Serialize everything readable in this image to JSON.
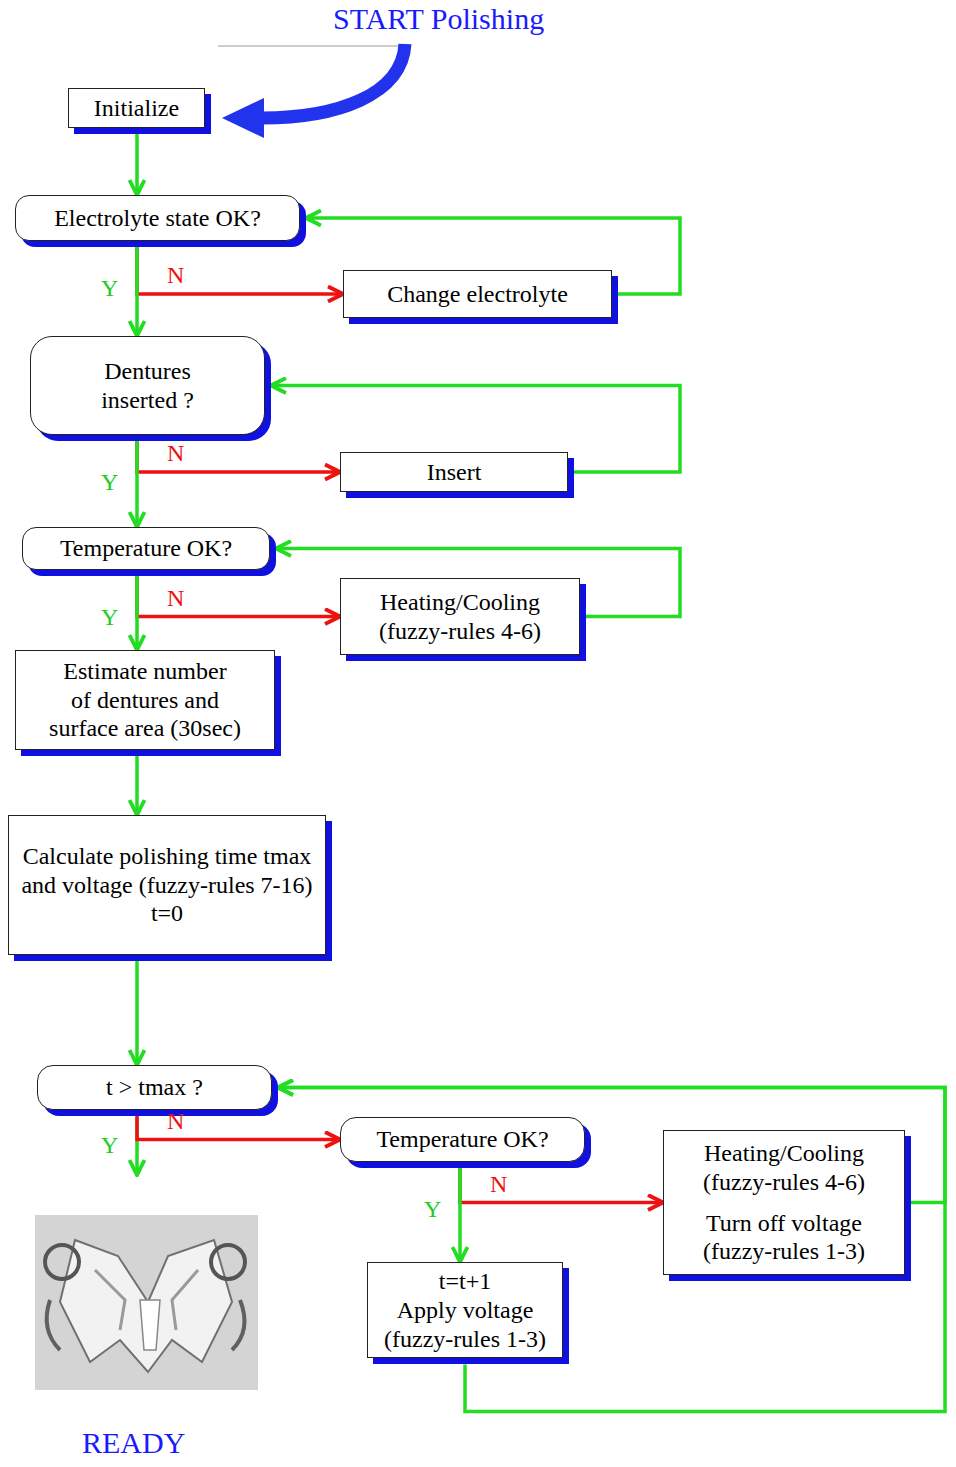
{
  "diagram": {
    "nodes": [
      {
        "text": [
          "Initialize"
        ]
      },
      {
        "text": [
          "Electrolyte state OK?"
        ]
      },
      {
        "text": [
          "Change electrolyte"
        ]
      },
      {
        "text": [
          "Dentures inserted ?"
        ]
      },
      {
        "text": [
          "Insert"
        ]
      },
      {
        "text": [
          "Temperature OK?"
        ]
      },
      {
        "text": [
          "Heating/Cooling (fuzzy-rules 4-6)"
        ]
      },
      {
        "text": [
          "Estimate number of dentures and surface area (30sec)"
        ]
      },
      {
        "text": [
          "Calculate polishing time tmax and voltage (fuzzy-rules 7-16)",
          "t=0"
        ]
      },
      {
        "text": [
          "t > tmax ?"
        ]
      },
      {
        "text": [
          "Temperature OK?"
        ]
      },
      {
        "text": [
          "Heating/Cooling (fuzzy-rules 4-6)",
          "Turn off voltage (fuzzy-rules 1-3)"
        ]
      },
      {
        "text": [
          "t=t+1",
          "Apply voltage (fuzzy-rules 1-3)"
        ]
      }
    ],
    "edges": [
      {
        "from": 0,
        "to": 1,
        "arrow": "to"
      },
      {
        "from": 1,
        "to": 2,
        "label": "N",
        "arrow": "to"
      },
      {
        "from": 2,
        "to": 1,
        "arrow": "to"
      },
      {
        "from": 1,
        "to": 3,
        "label": "Y",
        "arrow": "to"
      },
      {
        "from": 3,
        "to": 4,
        "label": "N",
        "arrow": "to"
      },
      {
        "from": 4,
        "to": 3,
        "arrow": "to"
      },
      {
        "from": 3,
        "to": 5,
        "label": "Y",
        "arrow": "to"
      },
      {
        "from": 5,
        "to": 6,
        "label": "N",
        "arrow": "to"
      },
      {
        "from": 6,
        "to": 5,
        "arrow": "to"
      },
      {
        "from": 5,
        "to": 7,
        "label": "Y",
        "arrow": "to"
      },
      {
        "from": 7,
        "to": 8,
        "arrow": "to"
      },
      {
        "from": 8,
        "to": 9,
        "arrow": "to"
      },
      {
        "from": 9,
        "to": 10,
        "label": "N",
        "arrow": "to"
      },
      {
        "from": 10,
        "to": 11,
        "label": "N",
        "arrow": "to"
      },
      {
        "from": 10,
        "to": 12,
        "label": "Y",
        "arrow": "to"
      },
      {
        "from": 11,
        "to": 9,
        "arrow": "to"
      },
      {
        "from": 12,
        "to": 9,
        "arrow": "to"
      }
    ],
    "labels": [
      "START Polishing",
      "Y",
      "READY"
    ]
  }
}
